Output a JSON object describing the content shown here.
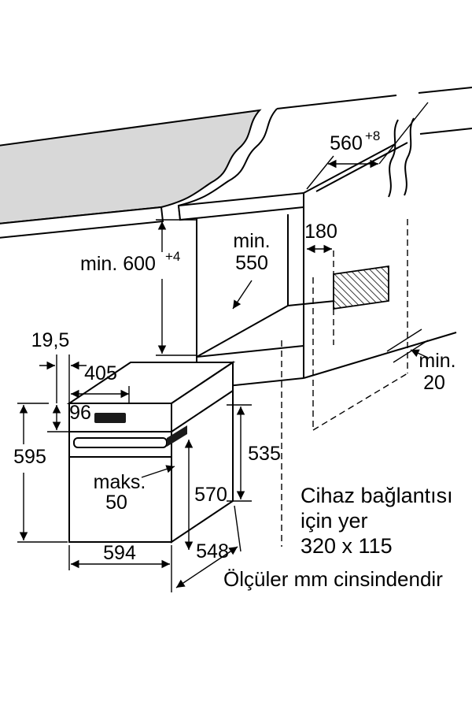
{
  "colors": {
    "ink": "#000000",
    "background": "#ffffff",
    "counter_gray": "#d8d8d8",
    "handle_dark": "#1a1a1a"
  },
  "diagram": {
    "niche": {
      "depth": "560",
      "depth_tol": "+8",
      "height": "min. 600",
      "height_tol": "+4",
      "inner_depth_min": "min.",
      "inner_depth": "550",
      "connection_offset": "180",
      "rear_gap_min": "min.",
      "rear_gap": "20"
    },
    "oven": {
      "frame_depth": "19,5",
      "top_depth": "405",
      "panel_height": "96",
      "height": "595",
      "door_protrusion_label": "maks.",
      "door_protrusion": "50",
      "front_depth": "570",
      "rear_height": "535",
      "width": "594",
      "depth": "548"
    },
    "notes": {
      "connection_space_line1": "Cihaz bağlantısı",
      "connection_space_line2": "için yer",
      "connection_space_line3": "320 x 115",
      "units": "Ölçüler mm cinsindendir"
    }
  }
}
